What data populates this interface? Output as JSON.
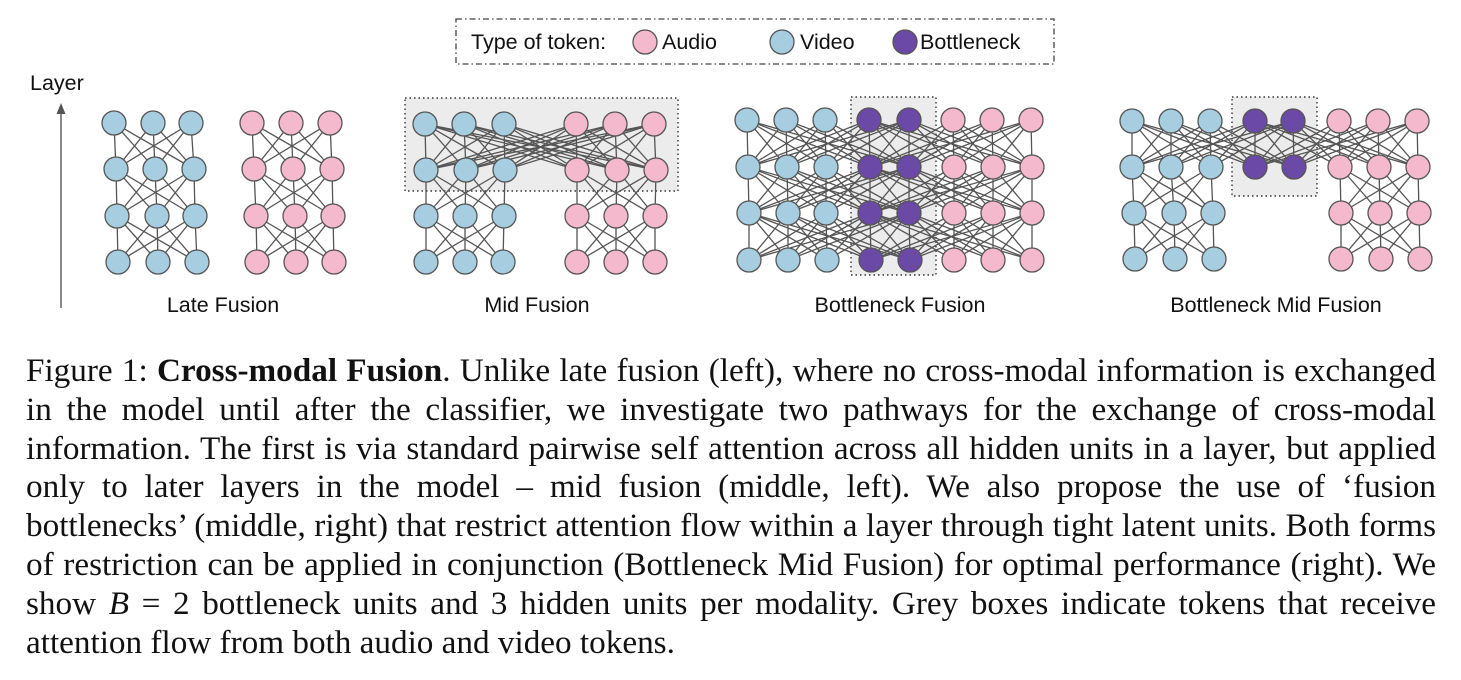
{
  "legend": {
    "title": "Type of token:",
    "items": [
      {
        "label": "Audio",
        "color": "#f4b9cc"
      },
      {
        "label": "Video",
        "color": "#a6cde0"
      },
      {
        "label": "Bottleneck",
        "color": "#6a4aa6"
      }
    ]
  },
  "axis_label": "Layer",
  "panels": [
    {
      "label": "Late Fusion"
    },
    {
      "label": "Mid Fusion"
    },
    {
      "label": "Bottleneck Fusion"
    },
    {
      "label": "Bottleneck Mid Fusion"
    }
  ],
  "colors": {
    "audio": "#f4b9cc",
    "video": "#a6cde0",
    "bottleneck": "#6a4aa6",
    "stroke": "#555555",
    "edge": "#555555",
    "grey_box": "#ececec"
  },
  "caption": {
    "figure_label": "Figure 1:",
    "title": "Cross-modal Fusion",
    "text_1": ". Unlike late fusion (left), where no cross-modal information is exchanged in the model until after the classifier, we investigate two pathways for the exchange of cross-modal information. The first is via standard pairwise self attention across all hidden units in a layer, but applied only to later layers in the model – mid fusion (middle, left). We also propose the use of ‘fusion bottlenecks’ (middle, right) that restrict attention flow within a layer through tight latent units. Both forms of restriction can be applied in conjunction (Bottleneck Mid Fusion) for optimal performance (right). We show ",
    "math_var": "B",
    "math_rest": " = 2",
    "text_2": " bottleneck units and 3 hidden units per modality. Grey boxes indicate tokens that receive attention flow from both audio and video tokens."
  }
}
